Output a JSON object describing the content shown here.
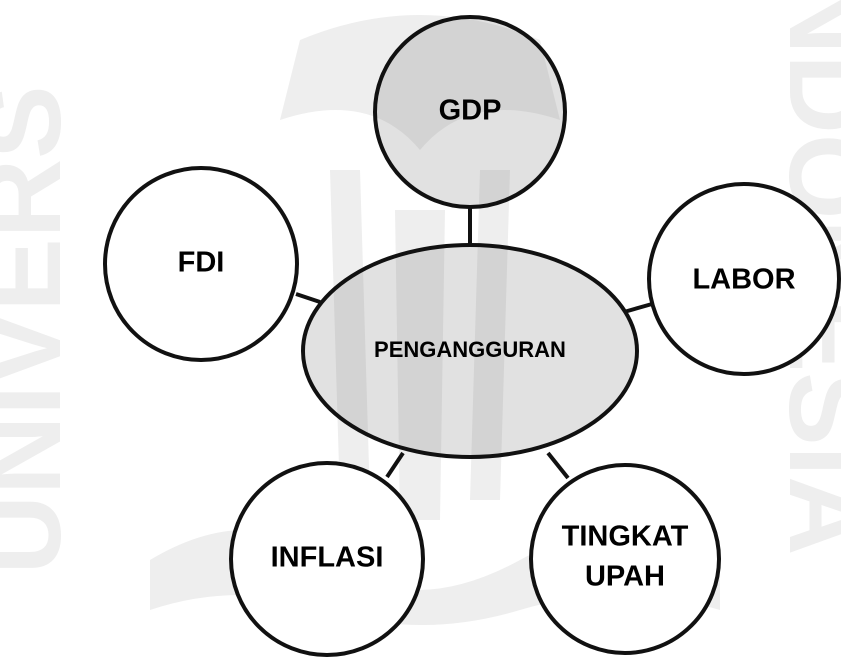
{
  "diagram": {
    "center": {
      "label": "PENGANGGURAN"
    },
    "nodes": [
      {
        "id": "gdp",
        "label": "GDP"
      },
      {
        "id": "fdi",
        "label": "FDI"
      },
      {
        "id": "labor",
        "label": "LABOR"
      },
      {
        "id": "inflasi",
        "label": "INFLASI"
      },
      {
        "id": "tingkat-upah",
        "label_line1": "TINGKAT",
        "label_line2": "UPAH"
      }
    ]
  },
  "watermark": {
    "side_text_left": "UNIVERS",
    "side_text_right": "INDONESIA"
  },
  "colors": {
    "stroke": "#111111",
    "background": "#ffffff",
    "watermark": "#eeeeee"
  }
}
